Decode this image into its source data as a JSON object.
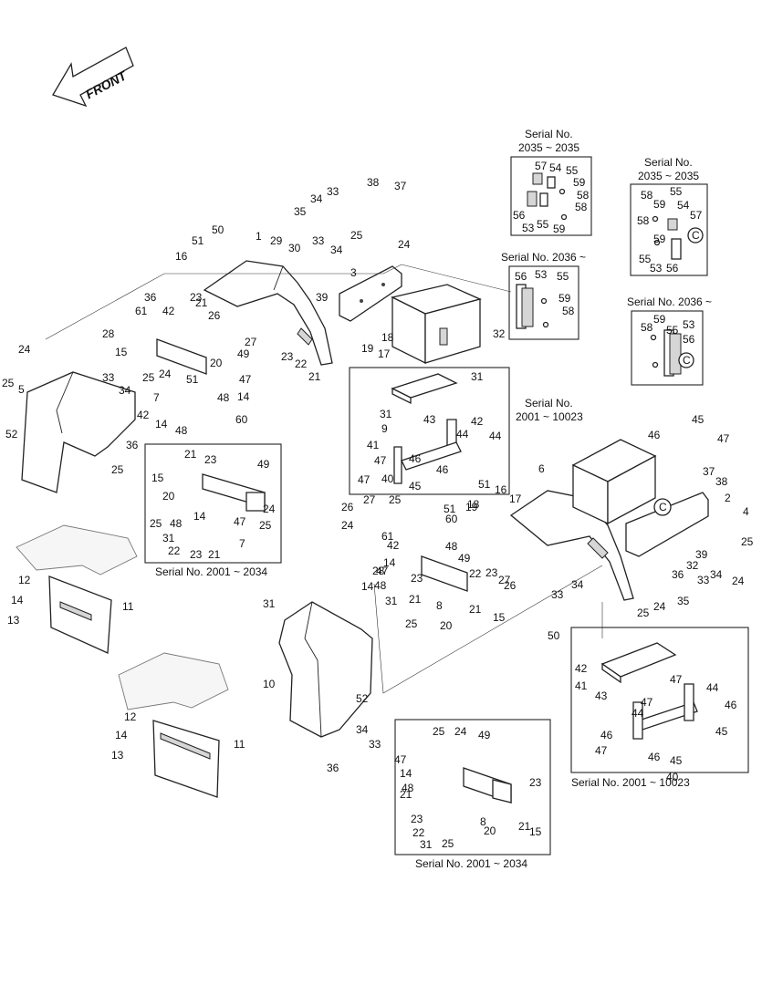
{
  "front_label": "FRONT",
  "insets": {
    "i1": {
      "title": "Serial No.",
      "range": "2035 ~ 2035"
    },
    "i2": {
      "title": "Serial No.",
      "range": "2035 ~ 2035"
    },
    "i3": {
      "title": "Serial No. 2036 ~"
    },
    "i4": {
      "title": "Serial No. 2036 ~"
    },
    "i5": {
      "title": "Serial No.",
      "range": "2001 ~ 10023"
    },
    "i6": {
      "caption": "Serial No. 2001 ~ 2034"
    },
    "i7": {
      "caption": "Serial No. 2001 ~ 10023"
    },
    "i8": {
      "caption": "Serial No. 2001 ~ 2034"
    }
  },
  "callouts": [
    "50",
    "51",
    "16",
    "1",
    "29",
    "30",
    "33",
    "34",
    "35",
    "38",
    "37",
    "33",
    "34",
    "25",
    "24",
    "3",
    "39",
    "36",
    "23",
    "61",
    "42",
    "21",
    "26",
    "28",
    "27",
    "15",
    "49",
    "20",
    "24",
    "51",
    "25",
    "47",
    "7",
    "48",
    "14",
    "60",
    "42",
    "14",
    "48",
    "23",
    "22",
    "21",
    "19",
    "18",
    "17",
    "32",
    "24",
    "25",
    "5",
    "52",
    "33",
    "34",
    "36",
    "25",
    "31",
    "31",
    "9",
    "43",
    "42",
    "41",
    "47",
    "44",
    "44",
    "46",
    "47",
    "46",
    "45",
    "40",
    "46",
    "45",
    "47",
    "6",
    "37",
    "38",
    "2",
    "4",
    "39",
    "25",
    "24",
    "34",
    "33",
    "36",
    "32",
    "25",
    "24",
    "35",
    "34",
    "33",
    "50",
    "51",
    "16",
    "17",
    "18",
    "19",
    "27",
    "26",
    "24",
    "25",
    "51",
    "60",
    "61",
    "42",
    "14",
    "48",
    "49",
    "28",
    "47",
    "48",
    "14",
    "23",
    "21",
    "22",
    "31",
    "25",
    "8",
    "23",
    "27",
    "26",
    "21",
    "15",
    "20",
    "31",
    "10",
    "52",
    "12",
    "14",
    "13",
    "11",
    "12",
    "14",
    "13",
    "11",
    "34",
    "33",
    "36",
    "57",
    "54",
    "55",
    "59",
    "58",
    "56",
    "53",
    "55",
    "58",
    "59",
    "58",
    "55",
    "59",
    "54",
    "57",
    "58",
    "59",
    "55",
    "53",
    "56",
    "56",
    "53",
    "55",
    "59",
    "58",
    "58",
    "59",
    "55",
    "53",
    "56",
    "21",
    "23",
    "15",
    "20",
    "49",
    "24",
    "25",
    "25",
    "48",
    "31",
    "14",
    "47",
    "7",
    "22",
    "23",
    "21",
    "42",
    "41",
    "43",
    "47",
    "44",
    "46",
    "47",
    "44",
    "45",
    "46",
    "47",
    "46",
    "45",
    "40",
    "25",
    "24",
    "49",
    "47",
    "14",
    "48",
    "21",
    "23",
    "22",
    "31",
    "25",
    "8",
    "20",
    "21",
    "23",
    "15"
  ],
  "c_marks": [
    "C",
    "C",
    "C"
  ]
}
